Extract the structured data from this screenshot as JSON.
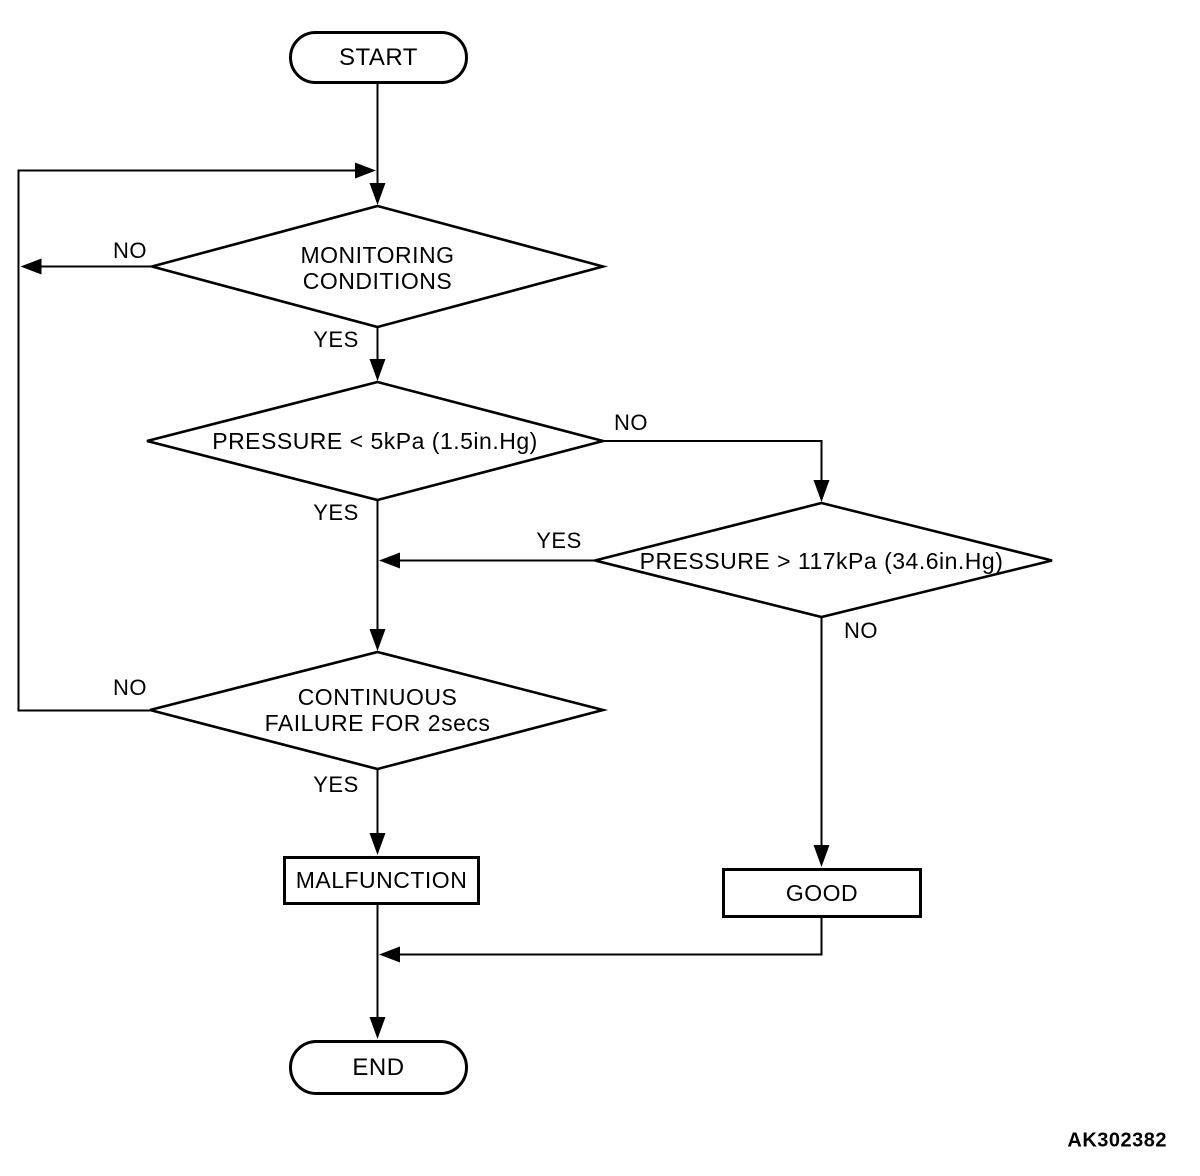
{
  "diagram": {
    "figure_code": "AK302382",
    "nodes": {
      "start": {
        "label": "START"
      },
      "monitoring_conditions": {
        "line1": "MONITORING",
        "line2": "CONDITIONS"
      },
      "pressure_low": {
        "label": "PRESSURE < 5kPa (1.5in.Hg)"
      },
      "pressure_high": {
        "label": "PRESSURE > 117kPa (34.6in.Hg)"
      },
      "continuous_failure": {
        "line1": "CONTINUOUS",
        "line2": "FAILURE FOR 2secs"
      },
      "malfunction": {
        "label": "MALFUNCTION"
      },
      "good": {
        "label": "GOOD"
      },
      "end": {
        "label": "END"
      }
    },
    "edge_labels": {
      "monitoring_no": "NO",
      "monitoring_yes": "YES",
      "pressure_low_no": "NO",
      "pressure_low_yes": "YES",
      "pressure_high_yes": "YES",
      "pressure_high_no": "NO",
      "continuous_failure_no": "NO",
      "continuous_failure_yes": "YES"
    },
    "colors": {
      "line": "#000000",
      "background": "#ffffff",
      "text": "#000000"
    }
  }
}
